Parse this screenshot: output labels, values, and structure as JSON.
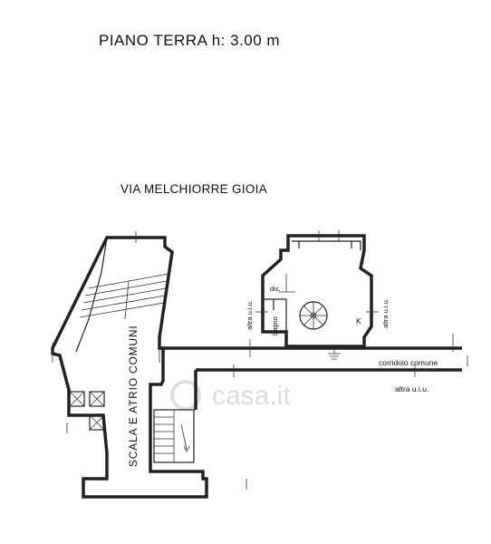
{
  "title": "PIANO TERRA  h: 3.00 m",
  "street": "VIA MELCHIORRE GIOIA",
  "labels": {
    "stairs_common": "SCALA E ATRIO COMUNI",
    "dis": "dis.",
    "bagno": "bagno",
    "kitchen": "K",
    "altra_uiu_left": "altra u.i.u.",
    "altra_uiu_right": "altra u.i.u.",
    "altra_uiu_bottom": "altra u.i.u.",
    "corridoio": "corridoio comune"
  },
  "watermark": "casa.it"
}
